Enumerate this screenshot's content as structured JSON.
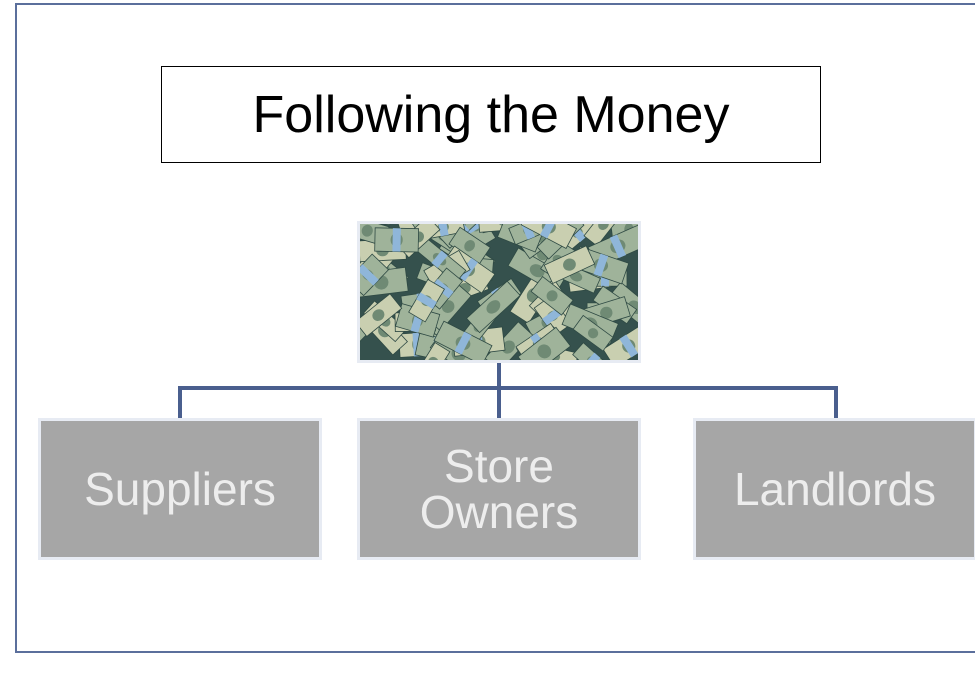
{
  "title": "Following the Money",
  "center_image": {
    "description_icon": "money-pile-icon",
    "colors": {
      "bill_green": "#9fb39a",
      "dark_green": "#2f4a44",
      "wrap_blue": "#8fb6d9"
    }
  },
  "nodes": [
    {
      "id": "suppliers",
      "label": "Suppliers"
    },
    {
      "id": "store-owners",
      "label": "Store\nOwners"
    },
    {
      "id": "landlords",
      "label": "Landlords"
    }
  ],
  "colors": {
    "frame": "#5b6f9c",
    "connector": "#4a5f8e",
    "node_fill": "#a6a6a6",
    "node_text": "#ededed",
    "node_border": "#e7ebf3"
  }
}
